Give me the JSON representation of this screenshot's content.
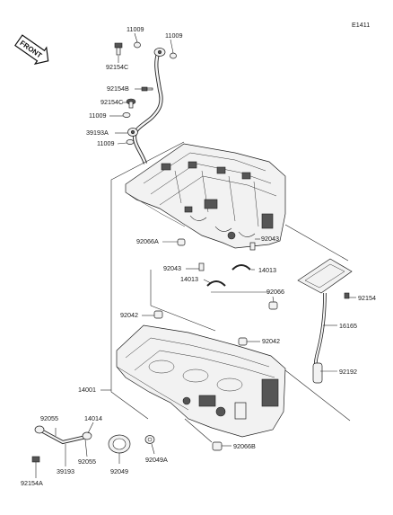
{
  "figure_code": "E1411",
  "front_badge": "FRONT",
  "labels": [
    {
      "id": "c11009_a",
      "text": "11009"
    },
    {
      "id": "c11009_b",
      "text": "11009"
    },
    {
      "id": "c92154c_top",
      "text": "92154C"
    },
    {
      "id": "c92154b",
      "text": "92154B"
    },
    {
      "id": "c92154c_mid",
      "text": "92154C"
    },
    {
      "id": "c11009_c",
      "text": "11009"
    },
    {
      "id": "c39193a",
      "text": "39193A"
    },
    {
      "id": "c11009_d",
      "text": "11009"
    },
    {
      "id": "c92066a",
      "text": "92066A"
    },
    {
      "id": "c92043_a",
      "text": "92043"
    },
    {
      "id": "c92043_b",
      "text": "92043"
    },
    {
      "id": "c14013_a",
      "text": "14013"
    },
    {
      "id": "c14013_b",
      "text": "14013"
    },
    {
      "id": "c14001",
      "text": "14001"
    },
    {
      "id": "c92066",
      "text": "92066"
    },
    {
      "id": "c92042_a",
      "text": "92042"
    },
    {
      "id": "c92154",
      "text": "92154"
    },
    {
      "id": "c16165",
      "text": "16165"
    },
    {
      "id": "c92042_b",
      "text": "92042"
    },
    {
      "id": "c92192",
      "text": "92192"
    },
    {
      "id": "c92055_a",
      "text": "92055"
    },
    {
      "id": "c14014",
      "text": "14014"
    },
    {
      "id": "c92055_b",
      "text": "92055"
    },
    {
      "id": "c39193",
      "text": "39193"
    },
    {
      "id": "c92049",
      "text": "92049"
    },
    {
      "id": "c92049a",
      "text": "92049A"
    },
    {
      "id": "c92066b",
      "text": "92066B"
    },
    {
      "id": "c92154a",
      "text": "92154A"
    }
  ]
}
